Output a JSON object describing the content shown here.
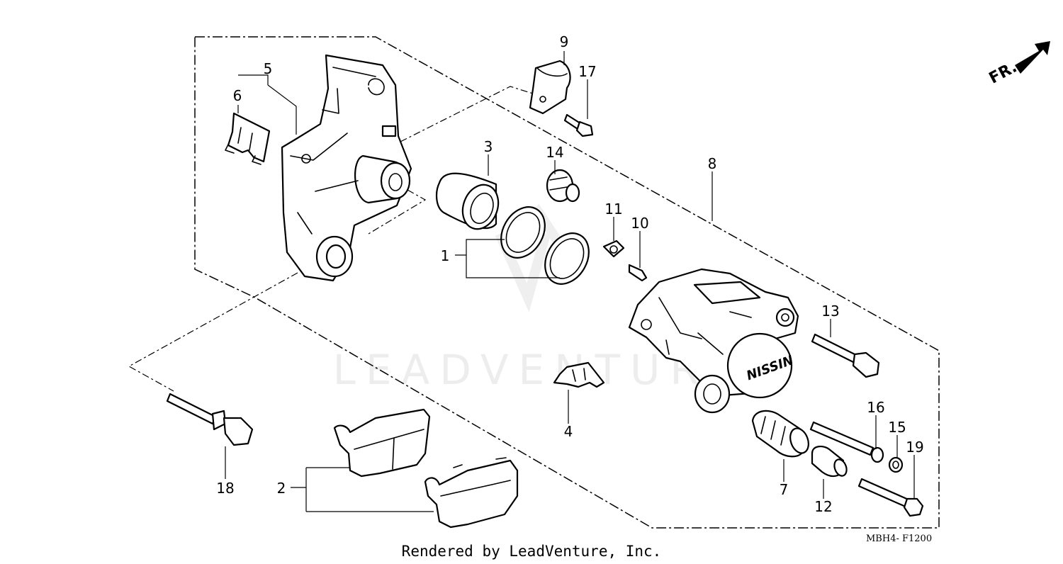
{
  "diagram": {
    "callouts": [
      "1",
      "2",
      "3",
      "4",
      "5",
      "6",
      "7",
      "8",
      "9",
      "10",
      "11",
      "12",
      "13",
      "14",
      "15",
      "16",
      "17",
      "18",
      "19"
    ],
    "direction_label": "FR.",
    "part_brand": "NISSIN",
    "drawing_code": "MBH4- F1200",
    "watermark": "LEADVENTURE",
    "footer": "Rendered by LeadVenture, Inc."
  }
}
